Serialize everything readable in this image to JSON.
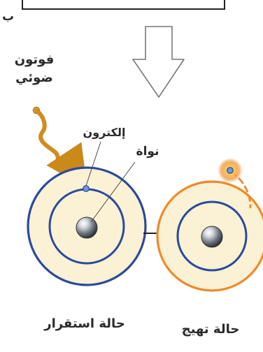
{
  "labels": {
    "panel_letter": "ب",
    "photon_line1": "فوتون",
    "photon_line2": "ضوئي",
    "electron": "إلكترون",
    "nucleus": "نواة",
    "ground_state": "حالة استقرار",
    "excited_state": "حالة تهيج"
  },
  "colors": {
    "orbit_blue": "#2b4a9c",
    "orbit_orange": "#ee8a27",
    "atom_fill": "#fbf1d4",
    "photon_wave": "#c98a1a",
    "nucleus_gray": "#6f7680",
    "glow": "#f7b347"
  }
}
